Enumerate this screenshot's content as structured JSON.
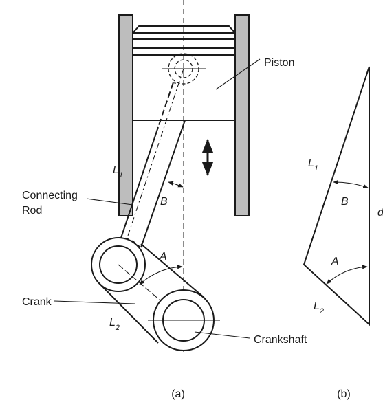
{
  "labels": {
    "piston": "Piston",
    "connecting_rod_line1": "Connecting",
    "connecting_rod_line2": "Rod",
    "crank": "Crank",
    "crankshaft": "Crankshaft",
    "L1": "L",
    "L1_sub": "1",
    "L2": "L",
    "L2_sub": "2",
    "B": "B",
    "A": "A",
    "caption_a": "(a)",
    "caption_b": "(b)",
    "triangle": {
      "L1": "L",
      "L1_sub": "1",
      "L2": "L",
      "L2_sub": "2",
      "B": "B",
      "A": "A",
      "d": "d"
    }
  },
  "colors": {
    "ink": "#1a1a1a",
    "fill_gray": "#bdbdbd",
    "background": "#ffffff"
  }
}
